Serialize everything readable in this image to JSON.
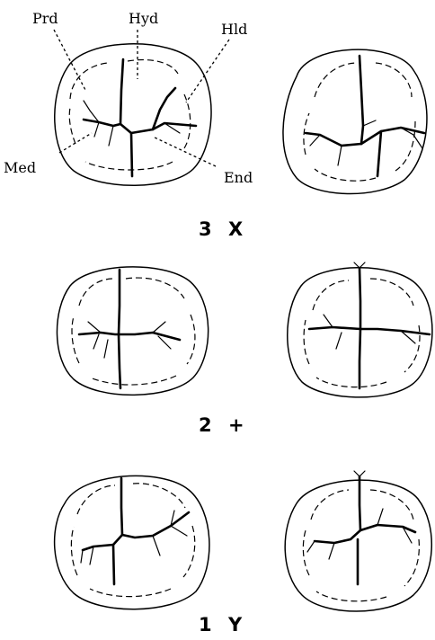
{
  "labels": {
    "protoconid": "Prd",
    "hypoconid": "Hyd",
    "hypoconulid": "Hld",
    "metaconid": "Med",
    "entoconid": "End"
  },
  "captions": [
    {
      "number": "3",
      "symbol": "X"
    },
    {
      "number": "2",
      "symbol": "+"
    },
    {
      "number": "1",
      "symbol": "Y"
    }
  ]
}
